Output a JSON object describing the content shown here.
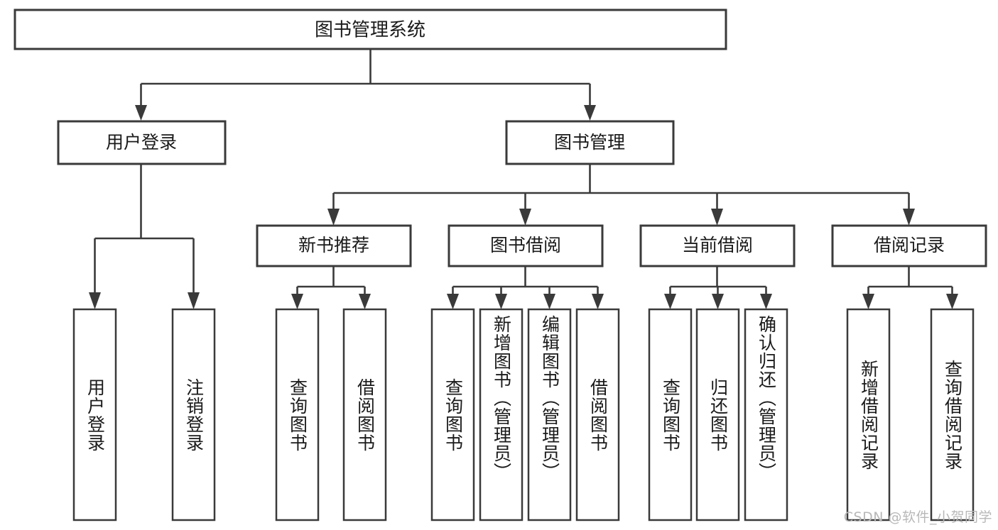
{
  "diagram": {
    "type": "tree-hierarchy-chart",
    "title": "图书管理系统",
    "watermark": "CSDN @软件_小贺同学",
    "root": {
      "id": "root",
      "label": "图书管理系统"
    },
    "level2": [
      {
        "id": "user-login",
        "label": "用户登录"
      },
      {
        "id": "book-management",
        "label": "图书管理"
      }
    ],
    "level3": [
      {
        "id": "new-book-recommend",
        "label": "新书推荐",
        "parent": "book-management"
      },
      {
        "id": "book-borrow",
        "label": "图书借阅",
        "parent": "book-management"
      },
      {
        "id": "current-borrow",
        "label": "当前借阅",
        "parent": "book-management"
      },
      {
        "id": "borrow-record",
        "label": "借阅记录",
        "parent": "book-management"
      }
    ],
    "leaves": [
      {
        "id": "leaf-user-login",
        "label": "用户登录",
        "parent": "user-login"
      },
      {
        "id": "leaf-logout-login",
        "label": "注销登录",
        "parent": "user-login"
      },
      {
        "id": "leaf-query-book-1",
        "label": "查询图书",
        "parent": "new-book-recommend"
      },
      {
        "id": "leaf-borrow-book-1",
        "label": "借阅图书",
        "parent": "new-book-recommend"
      },
      {
        "id": "leaf-query-book-2",
        "label": "查询图书",
        "parent": "book-borrow"
      },
      {
        "id": "leaf-add-book",
        "label": "新增图书（管理员）",
        "parent": "book-borrow"
      },
      {
        "id": "leaf-edit-book",
        "label": "编辑图书（管理员）",
        "parent": "book-borrow"
      },
      {
        "id": "leaf-borrow-book-2",
        "label": "借阅图书",
        "parent": "book-borrow"
      },
      {
        "id": "leaf-query-book-3",
        "label": "查询图书",
        "parent": "current-borrow"
      },
      {
        "id": "leaf-return-book",
        "label": "归还图书",
        "parent": "current-borrow"
      },
      {
        "id": "leaf-confirm-return",
        "label": "确认归还（管理员）",
        "parent": "current-borrow"
      },
      {
        "id": "leaf-add-record",
        "label": "新增借阅记录",
        "parent": "borrow-record"
      },
      {
        "id": "leaf-query-record",
        "label": "查询借阅记录",
        "parent": "borrow-record"
      }
    ],
    "colors": {
      "stroke": "#3a3a3a",
      "fill": "#ffffff",
      "text": "#1a1a1a",
      "watermark": "#b8b8b8",
      "background": "#ffffff"
    }
  }
}
